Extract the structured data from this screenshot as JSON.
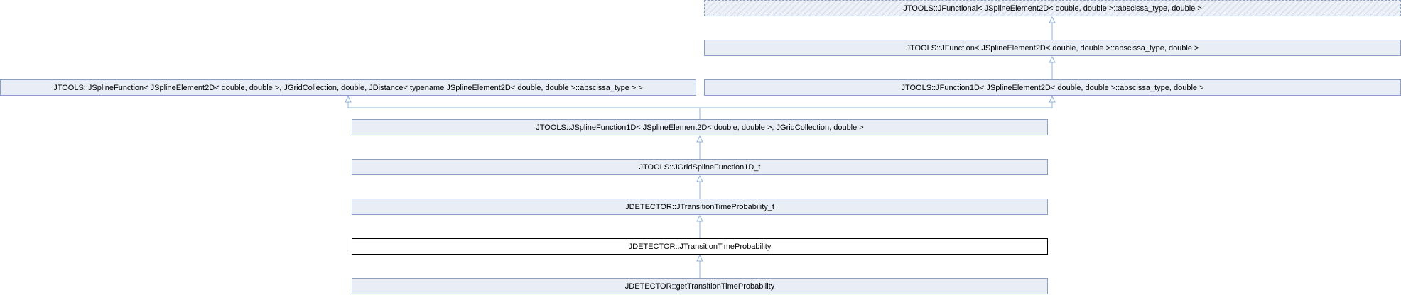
{
  "diagram": {
    "nodes": {
      "jfunctional": "JTOOLS::JFunctional< JSplineElement2D< double, double >::abscissa_type, double >",
      "jfunction": "JTOOLS::JFunction< JSplineElement2D< double, double >::abscissa_type, double >",
      "jsplinefunction": "JTOOLS::JSplineFunction< JSplineElement2D< double, double >, JGridCollection, double, JDistance< typename JSplineElement2D< double, double >::abscissa_type > >",
      "jfunction1d": "JTOOLS::JFunction1D< JSplineElement2D< double, double >::abscissa_type, double >",
      "jsplinefunction1d": "JTOOLS::JSplineFunction1D< JSplineElement2D< double, double >, JGridCollection, double >",
      "jgridsplinefunction1d_t": "JTOOLS::JGridSplineFunction1D_t",
      "jtransitiontimeprobability_t": "JDETECTOR::JTransitionTimeProbability_t",
      "jtransitiontimeprobability": "JDETECTOR::JTransitionTimeProbability",
      "gettransitiontimeprobability": "JDETECTOR::getTransitionTimeProbability"
    },
    "colors": {
      "node_fill": "#e8edf6",
      "node_border": "#8a9fc4",
      "edge": "#8fb4d9",
      "current_border": "#000000"
    }
  }
}
